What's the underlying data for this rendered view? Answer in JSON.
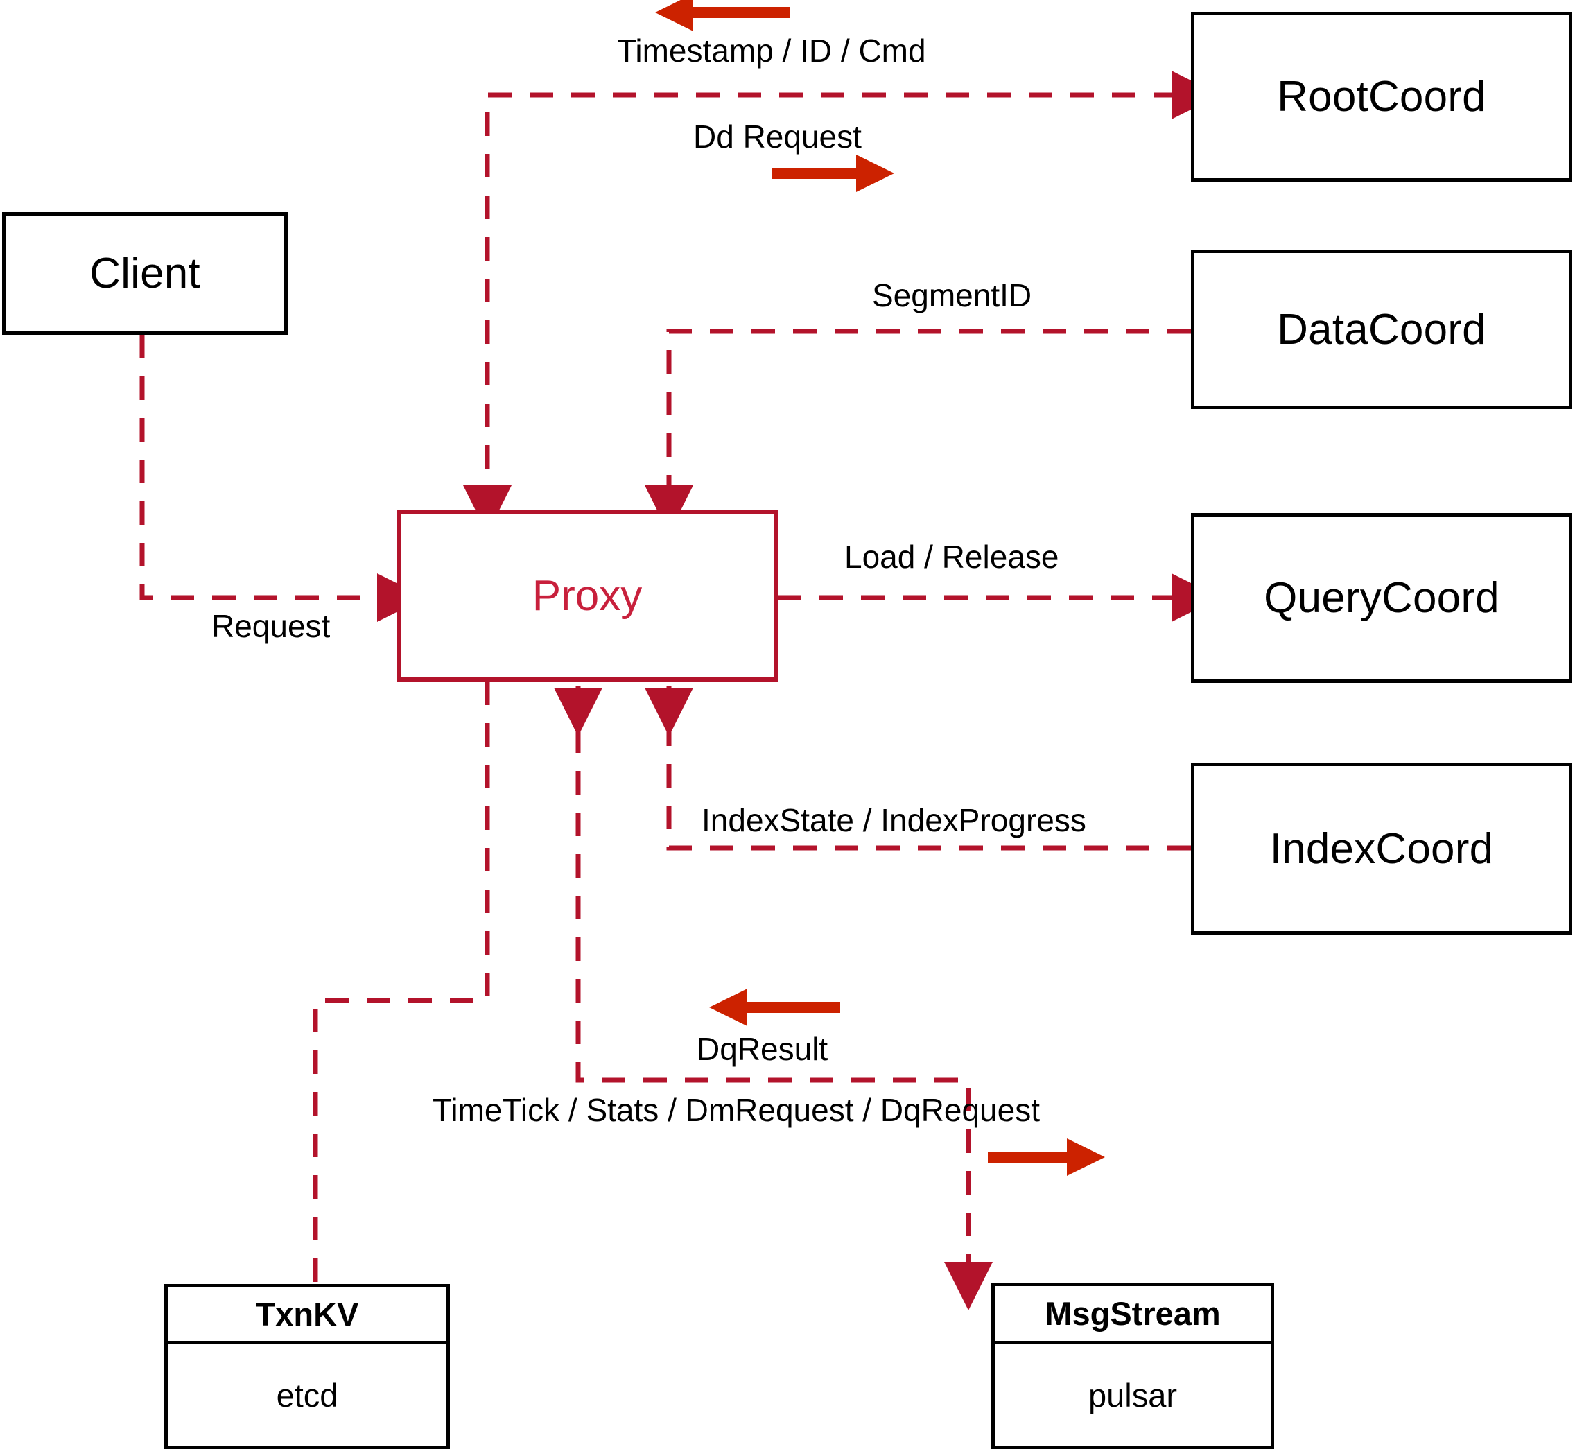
{
  "diagram": {
    "title": "Milvus Proxy interaction diagram",
    "colors": {
      "node_border": "#000000",
      "proxy_border": "#b3132b",
      "proxy_text": "#c8203c",
      "dashed_edge": "#b3132b",
      "direction_arrow": "#cc2200",
      "background": "#ffffff"
    },
    "nodes": [
      {
        "id": "client",
        "label": "Client"
      },
      {
        "id": "proxy",
        "label": "Proxy"
      },
      {
        "id": "rootcoord",
        "label": "RootCoord"
      },
      {
        "id": "datacoord",
        "label": "DataCoord"
      },
      {
        "id": "querycoord",
        "label": "QueryCoord"
      },
      {
        "id": "indexcoord",
        "label": "IndexCoord"
      }
    ],
    "stores": [
      {
        "id": "txnkv",
        "title": "TxnKV",
        "impl": "etcd"
      },
      {
        "id": "msgstream",
        "title": "MsgStream",
        "impl": "pulsar"
      }
    ],
    "edge_labels": [
      {
        "id": "timestamp-id-cmd",
        "text": "Timestamp / ID / Cmd"
      },
      {
        "id": "dd-request",
        "text": "Dd Request"
      },
      {
        "id": "segment-id",
        "text": "SegmentID"
      },
      {
        "id": "request",
        "text": "Request"
      },
      {
        "id": "load-release",
        "text": "Load / Release"
      },
      {
        "id": "index-state",
        "text": "IndexState / IndexProgress"
      },
      {
        "id": "dq-result",
        "text": "DqResult"
      },
      {
        "id": "timetick-stats",
        "text": "TimeTick / Stats / DmRequest / DqRequest"
      }
    ]
  }
}
